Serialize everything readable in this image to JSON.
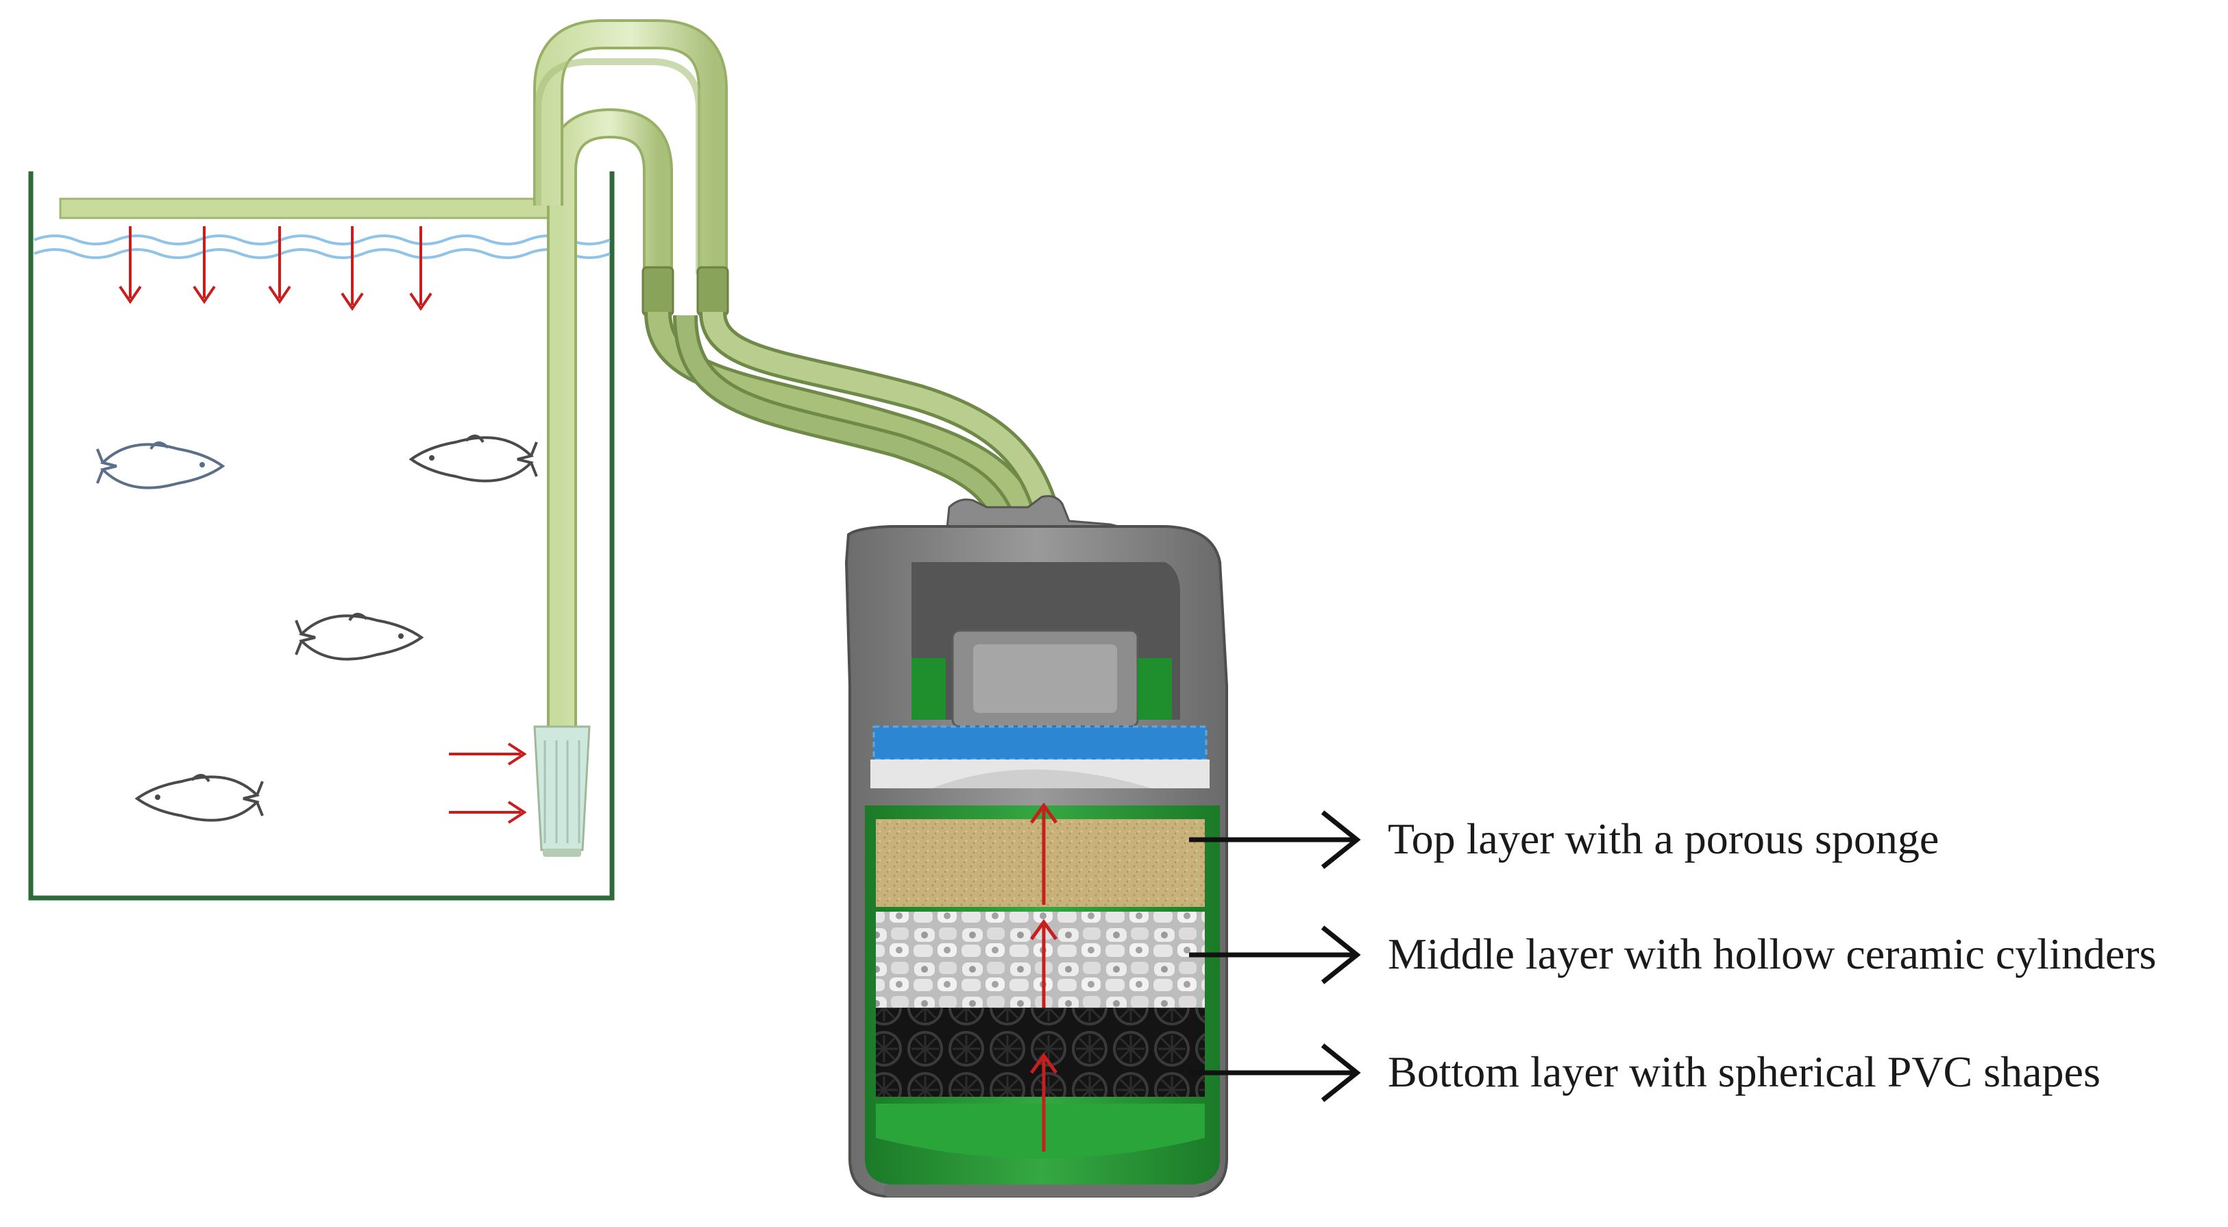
{
  "diagram": {
    "labels": {
      "top_layer": "Top layer with a porous sponge",
      "middle_layer": "Middle layer with hollow ceramic cylinders",
      "bottom_layer": "Bottom layer with spherical PVC shapes"
    },
    "colors": {
      "tank_outline": "#2d6b3a",
      "tube": "#b9cd8e",
      "tube_dark": "#7f9a55",
      "water_line": "#8fc3e8",
      "flow_arrow": "#c81e1e",
      "pointer_arrow": "#111111",
      "canister_shell": "#7a7a7a",
      "canister_green": "#1f8f2e",
      "sponge_blue": "#2d86d1",
      "sand_layer": "#c9b27a",
      "ceramic_layer": "#e3e3e3",
      "pvc_layer": "#1e1e1e"
    },
    "icons": {
      "fish": "fish-icon",
      "intake_strainer": "intake-strainer-icon",
      "canister": "canister-filter-icon"
    }
  }
}
